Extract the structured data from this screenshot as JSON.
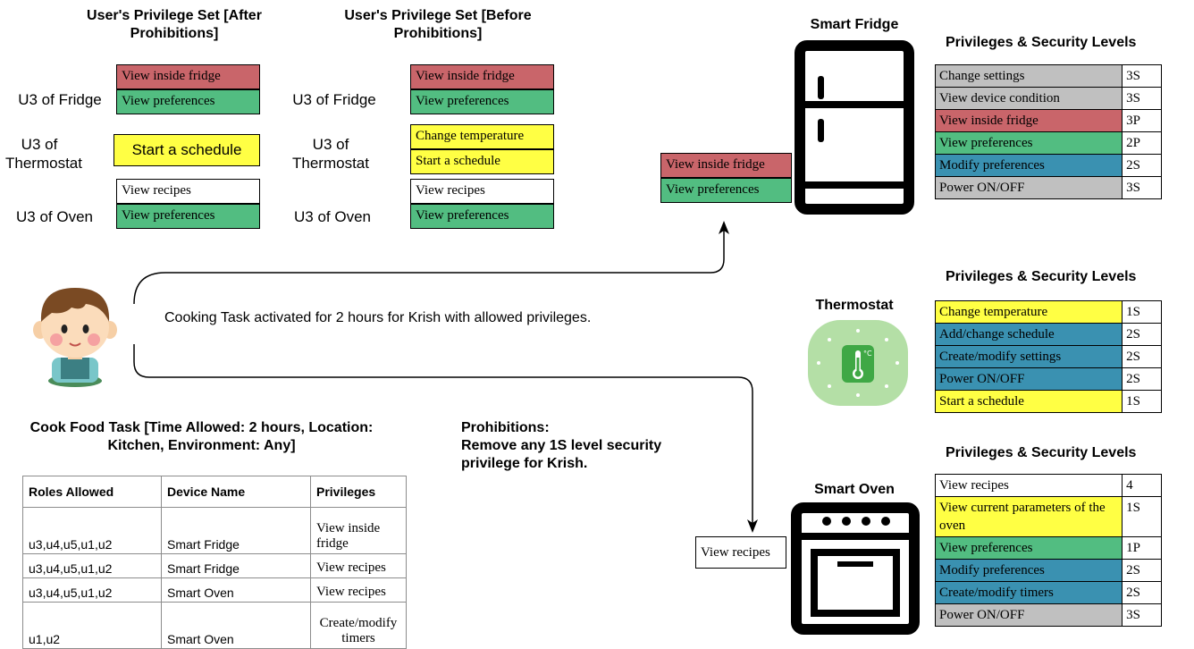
{
  "after_set": {
    "title": "User's Privilege Set [After Prohibitions]",
    "fridge_label": "U3 of Fridge",
    "fridge_items": [
      "View inside fridge",
      "View preferences"
    ],
    "thermostat_label": "U3 of Thermostat",
    "thermostat_items": [
      "Start a schedule"
    ],
    "oven_label": "U3 of Oven",
    "oven_items": [
      "View recipes",
      "View preferences"
    ]
  },
  "before_set": {
    "title": "User's Privilege Set [Before Prohibitions]",
    "fridge_label": "U3 of Fridge",
    "fridge_items": [
      "View inside fridge",
      "View preferences"
    ],
    "thermostat_label": "U3 of Thermostat",
    "thermostat_items": [
      "Change temperature",
      "Start a schedule"
    ],
    "oven_label": "U3 of Oven",
    "oven_items": [
      "View recipes",
      "View preferences"
    ]
  },
  "activation_text": "Cooking Task activated for 2 hours for Krish with allowed privileges.",
  "fridge_popup": [
    "View inside fridge",
    "View preferences"
  ],
  "oven_popup": "View recipes",
  "prohibitions": {
    "title": "Prohibitions:",
    "text": "Remove any 1S level security privilege for Krish."
  },
  "task": {
    "title": "Cook Food Task [Time Allowed: 2 hours, Location: Kitchen, Environment: Any]",
    "headers": [
      "Roles Allowed",
      "Device Name",
      "Privileges"
    ],
    "rows": [
      [
        "u3,u4,u5,u1,u2",
        "Smart Fridge",
        "View inside fridge"
      ],
      [
        "u3,u4,u5,u1,u2",
        "Smart Fridge",
        "View recipes"
      ],
      [
        "u3,u4,u5,u1,u2",
        "Smart Oven",
        "View recipes"
      ],
      [
        "u1,u2",
        "Smart Oven",
        "Create/modify timers"
      ]
    ]
  },
  "devices": {
    "fridge": {
      "name": "Smart Fridge",
      "table_title": "Privileges & Security Levels",
      "rows": [
        {
          "privilege": "Change settings",
          "level": "3S",
          "color": "#c0c0c0"
        },
        {
          "privilege": "View device condition",
          "level": "3S",
          "color": "#c0c0c0"
        },
        {
          "privilege": "View inside fridge",
          "level": "3P",
          "color": "#c9656a"
        },
        {
          "privilege": "View preferences",
          "level": "2P",
          "color": "#52bd81"
        },
        {
          "privilege": "Modify preferences",
          "level": "2S",
          "color": "#3a91b1"
        },
        {
          "privilege": "Power ON/OFF",
          "level": "3S",
          "color": "#c0c0c0"
        }
      ]
    },
    "thermostat": {
      "name": "Thermostat",
      "table_title": "Privileges & Security Levels",
      "rows": [
        {
          "privilege": "Change temperature",
          "level": "1S",
          "color": "#ffff44"
        },
        {
          "privilege": "Add/change schedule",
          "level": "2S",
          "color": "#3a91b1"
        },
        {
          "privilege": "Create/modify settings",
          "level": "2S",
          "color": "#3a91b1"
        },
        {
          "privilege": "Power ON/OFF",
          "level": "2S",
          "color": "#3a91b1"
        },
        {
          "privilege": "Start a schedule",
          "level": "1S",
          "color": "#ffff44"
        }
      ]
    },
    "oven": {
      "name": "Smart Oven",
      "table_title": "Privileges & Security Levels",
      "rows": [
        {
          "privilege": "View recipes",
          "level": "4",
          "color": "#ffffff"
        },
        {
          "privilege": "View current parameters of the oven",
          "level": "1S",
          "color": "#ffff44"
        },
        {
          "privilege": "View preferences",
          "level": "1P",
          "color": "#52bd81"
        },
        {
          "privilege": "Modify preferences",
          "level": "2S",
          "color": "#3a91b1"
        },
        {
          "privilege": "Create/modify timers",
          "level": "2S",
          "color": "#3a91b1"
        },
        {
          "privilege": "Power ON/OFF",
          "level": "3S",
          "color": "#c0c0c0"
        }
      ]
    }
  },
  "icons": {
    "user": "boy-avatar-icon",
    "fridge": "fridge-icon",
    "thermostat": "thermostat-icon",
    "oven": "oven-icon"
  }
}
